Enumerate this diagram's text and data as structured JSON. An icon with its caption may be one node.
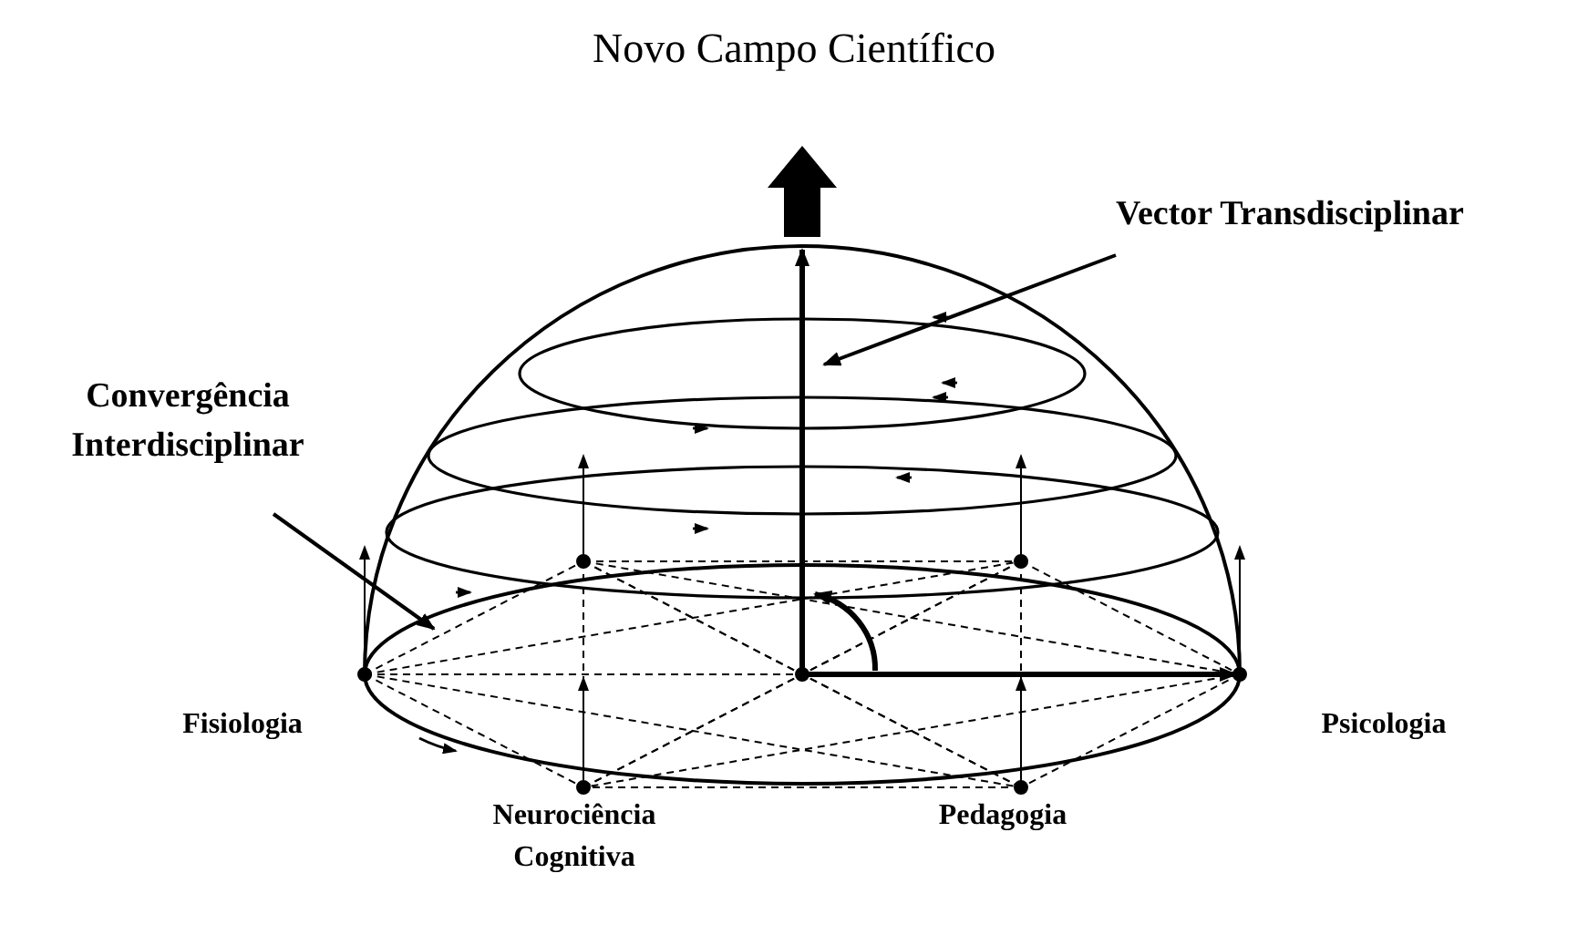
{
  "diagram": {
    "title": "Novo Campo Científico",
    "nodes": [
      {
        "text": [
          "Vector Transdisciplinar"
        ]
      },
      {
        "text": [
          "Convergência Interdisciplinar"
        ]
      }
    ],
    "edges": [
      {
        "from": 0,
        "to": null,
        "arrow": "to"
      },
      {
        "from": 1,
        "to": null,
        "arrow": "to"
      }
    ],
    "labels": [
      "Fisiologia",
      "Psicologia",
      "Neurociência Cognitiva",
      "Pedagogia"
    ]
  }
}
